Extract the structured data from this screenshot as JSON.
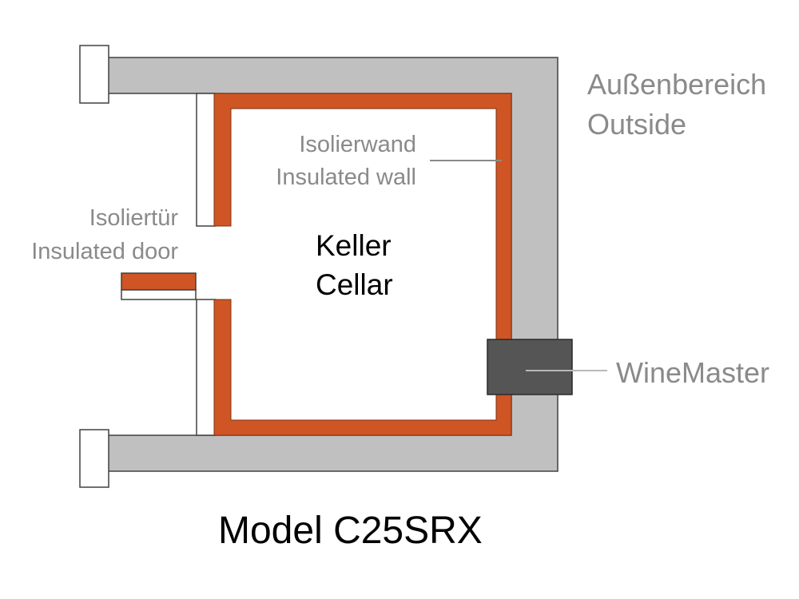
{
  "labels": {
    "outside_de": "Außenbereich",
    "outside_en": "Outside",
    "wall_de": "Isolierwand",
    "wall_en": "Insulated wall",
    "door_de": "Isoliertür",
    "door_en": "Insulated door",
    "cellar_de": "Keller",
    "cellar_en": "Cellar",
    "unit": "WineMaster",
    "model": "Model C25SRX"
  },
  "colors": {
    "masonry_wall": "#c0c0c0",
    "insulation": "#cf5524",
    "unit_box": "#555555",
    "label_grey": "#8a8a8a",
    "outline": "#404040"
  }
}
